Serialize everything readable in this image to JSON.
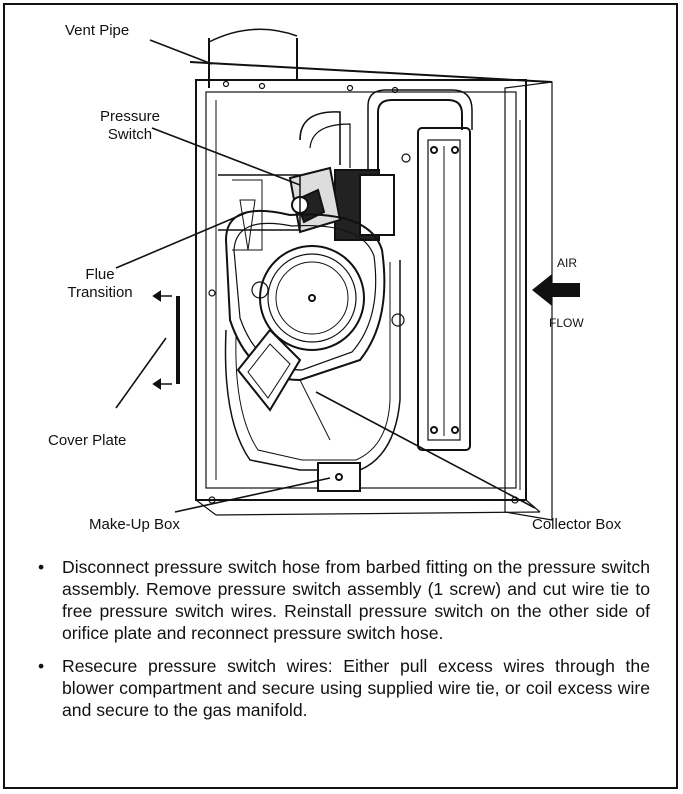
{
  "labels": {
    "vent_pipe": "Vent Pipe",
    "pressure_switch_1": "Pressure",
    "pressure_switch_2": "Switch",
    "flue_transition_1": "Flue",
    "flue_transition_2": "Transition",
    "cover_plate": "Cover Plate",
    "make_up_box": "Make-Up Box",
    "collector_box": "Collector Box",
    "air": "AIR",
    "flow": "FLOW"
  },
  "bullet_marker": "•",
  "instructions": [
    "Disconnect pressure switch hose from barbed fitting on the pressure switch assembly. Remove pressure switch assembly (1 screw) and cut wire tie to free pressure switch wires. Reinstall pressure switch on the other side of orifice plate and reconnect pressure switch hose.",
    "Resecure pressure switch wires: Either pull excess wires through the blower compartment and secure using supplied wire tie, or coil excess wire and secure to the gas manifold."
  ],
  "colors": {
    "ink": "#111111",
    "paper": "#ffffff"
  }
}
